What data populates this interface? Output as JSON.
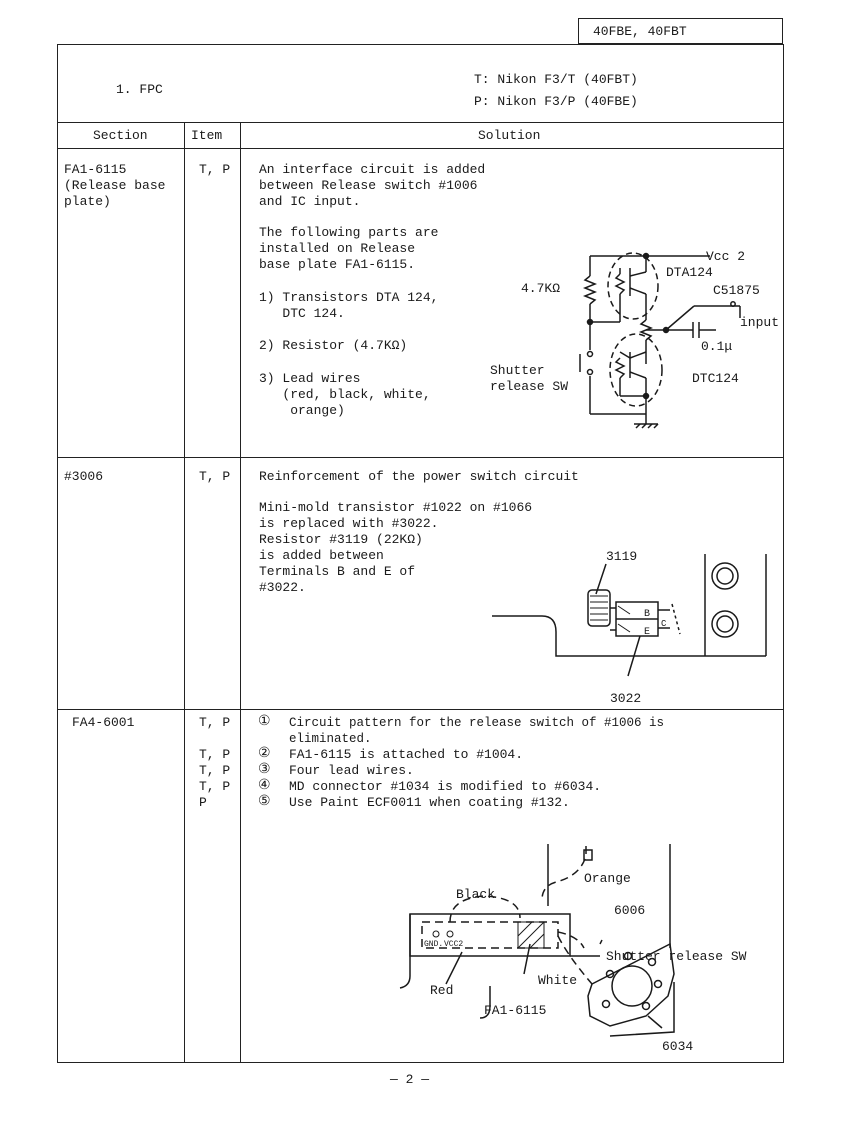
{
  "model_code": "40FBE, 40FBT",
  "header": {
    "section_title": "1. FPC",
    "model_t": "T: Nikon F3/T (40FBT)",
    "model_p": "P: Nikon F3/P (40FBE)"
  },
  "columns": {
    "section": "Section",
    "item": "Item",
    "solution": "Solution"
  },
  "rows": [
    {
      "section_lines": [
        "FA1-6115",
        "(Release base",
        "plate)"
      ],
      "item_lines": [
        "T, P"
      ],
      "solution_lines": [
        "An interface circuit is added",
        "between Release switch #1006",
        "and IC input.",
        "The following parts are",
        "installed on Release",
        "base plate FA1-6115.",
        "1) Transistors DTA 124,",
        "   DTC 124.",
        "2) Resistor (4.7KΩ)",
        "3) Lead wires",
        "   (red, black, white,",
        "    orange)"
      ],
      "diagram_labels": {
        "vcc": "Vcc 2",
        "dta": "DTA124",
        "resistor": "4.7KΩ",
        "cap_id": "C51875",
        "input": "input",
        "cap": "0.1μ",
        "shutter": "Shutter",
        "release_sw": "release SW",
        "dtc": "DTC124"
      }
    },
    {
      "section_lines": [
        "#3006"
      ],
      "item_lines": [
        "T, P"
      ],
      "solution_lines": [
        "Reinforcement of the power switch circuit",
        "Mini-mold transistor #1022 on #1066",
        "is replaced with #3022.",
        "Resistor #3119 (22KΩ)",
        "is added between",
        "Terminals B and E of",
        "#3022."
      ],
      "diagram_labels": {
        "r_label": "3119",
        "t_label": "3022",
        "pin_b": "B",
        "pin_c": "C",
        "pin_e": "E"
      }
    },
    {
      "section_lines": [
        "FA4-6001"
      ],
      "item_lines": [
        "T, P",
        "T, P",
        "T, P",
        "T, P",
        "P"
      ],
      "markers": [
        "①",
        "②",
        "③",
        "④",
        "⑤"
      ],
      "solution_lines": [
        "Circuit pattern for the release switch of #1006 is",
        "eliminated.",
        "FA1-6115 is attached to #1004.",
        "Four lead wires.",
        "MD connector #1034 is modified to #6034.",
        "Use Paint ECF0011 when coating #132."
      ],
      "diagram_labels": {
        "orange": "Orange",
        "black": "Black",
        "n6006": "6006",
        "gnd": "GND.",
        "vcc2": "VCC2",
        "shutter_sw": "Shutter release SW",
        "white": "White",
        "red": "Red",
        "fa1": "FA1-6115",
        "n6034": "6034"
      }
    }
  ],
  "page_number": "— 2 —"
}
